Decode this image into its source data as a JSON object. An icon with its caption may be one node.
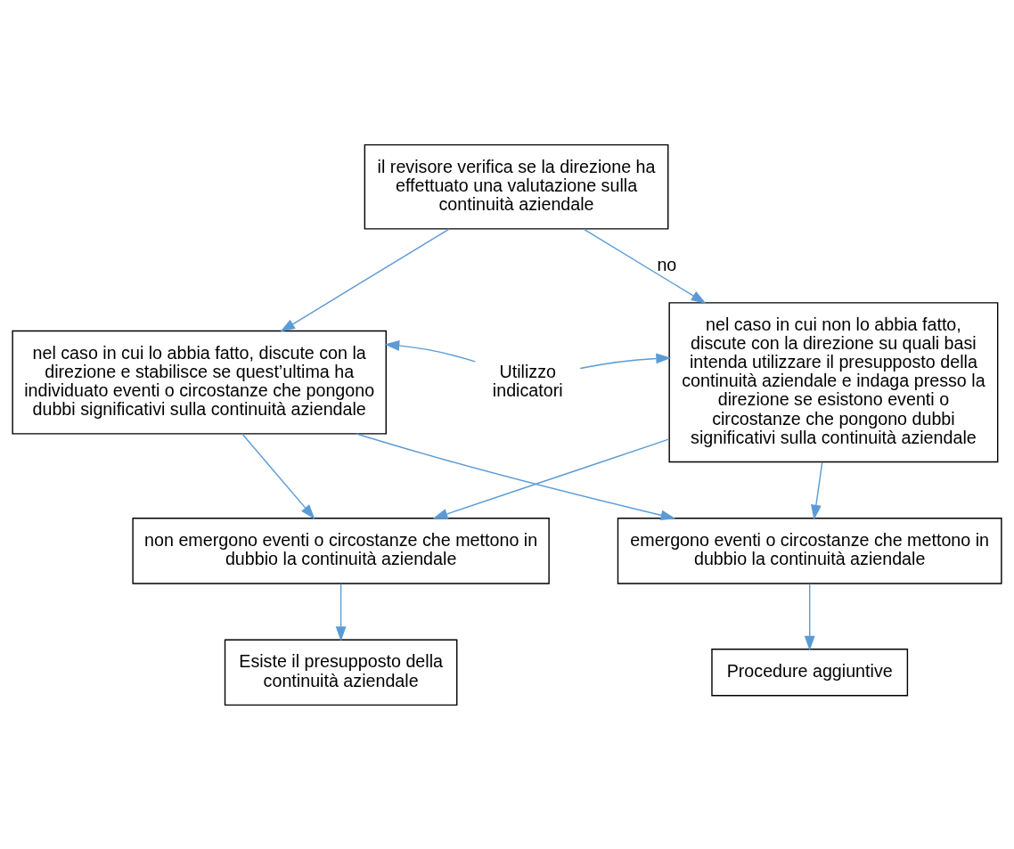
{
  "diagram": {
    "nodes": [
      {
        "text": [
          "il revisore verifica se la direzione ha effettuato una valutazione sulla continuità aziendale"
        ]
      },
      {
        "text": [
          "nel caso in cui lo abbia fatto, discute con la direzione e stabilisce se quest’ultima ha individuato eventi o circostanze che pongono dubbi significativi sulla continuità aziendale"
        ]
      },
      {
        "text": [
          "nel caso in cui non lo abbia fatto, discute con la direzione su quali basi intenda utilizzare il presupposto della continuità aziendale e indaga presso la direzione se esistono eventi o circostanze che pongono dubbi significativi sulla continuità aziendale"
        ]
      },
      {
        "text": [
          "Utilizzo indicatori"
        ]
      },
      {
        "text": [
          "non emergono eventi o circostanze che mettono in dubbio la continuità aziendale"
        ]
      },
      {
        "text": [
          "emergono eventi o circostanze che mettono in dubbio la continuità aziendale"
        ]
      },
      {
        "text": [
          "Esiste il presupposto della continuità aziendale"
        ]
      },
      {
        "text": [
          "Procedure aggiuntive"
        ]
      }
    ],
    "edges": [
      {
        "from": 0,
        "to": 1,
        "arrow": "to"
      },
      {
        "from": 0,
        "to": 2,
        "arrow": "to",
        "label": "no"
      },
      {
        "from": 3,
        "to": 1,
        "arrow": "to"
      },
      {
        "from": 3,
        "to": 2,
        "arrow": "to"
      },
      {
        "from": 1,
        "to": 4,
        "arrow": "to"
      },
      {
        "from": 1,
        "to": 5,
        "arrow": "to"
      },
      {
        "from": 2,
        "to": 4,
        "arrow": "to"
      },
      {
        "from": 2,
        "to": 5,
        "arrow": "to"
      },
      {
        "from": 4,
        "to": 6,
        "arrow": "to"
      },
      {
        "from": 5,
        "to": 7,
        "arrow": "to"
      }
    ]
  }
}
